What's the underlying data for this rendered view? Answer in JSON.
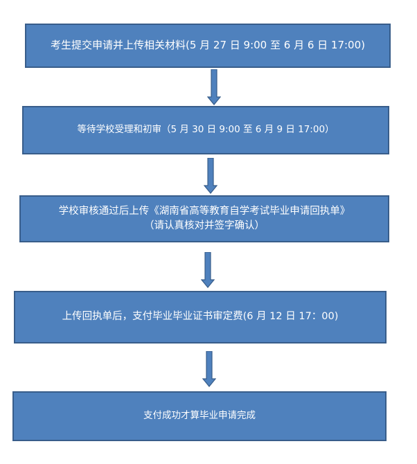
{
  "flowchart": {
    "steps": [
      {
        "lines": [
          "考生提交申请并上传相关材料(5 月 27 日 9:00 至 6 月 6 日 17:00)"
        ]
      },
      {
        "lines": [
          "等待学校受理和初审（5 月 30 日 9:00 至 6 月 9 日 17:00）"
        ]
      },
      {
        "lines": [
          "学校审核通过后上传《湖南省高等教育自学考试毕业申请回执单》",
          "（请认真核对并签字确认）"
        ]
      },
      {
        "lines": [
          "上传回执单后，支付毕业毕业证书审定费(6 月 12 日 17：00)"
        ]
      },
      {
        "lines": [
          "支付成功才算毕业申请完成"
        ]
      }
    ],
    "colors": {
      "box_fill": "#4f81bd",
      "box_border": "#385d8a",
      "box_text": "#ffffff",
      "arrow_fill": "#4f81bd",
      "arrow_border": "#385d8a"
    }
  }
}
